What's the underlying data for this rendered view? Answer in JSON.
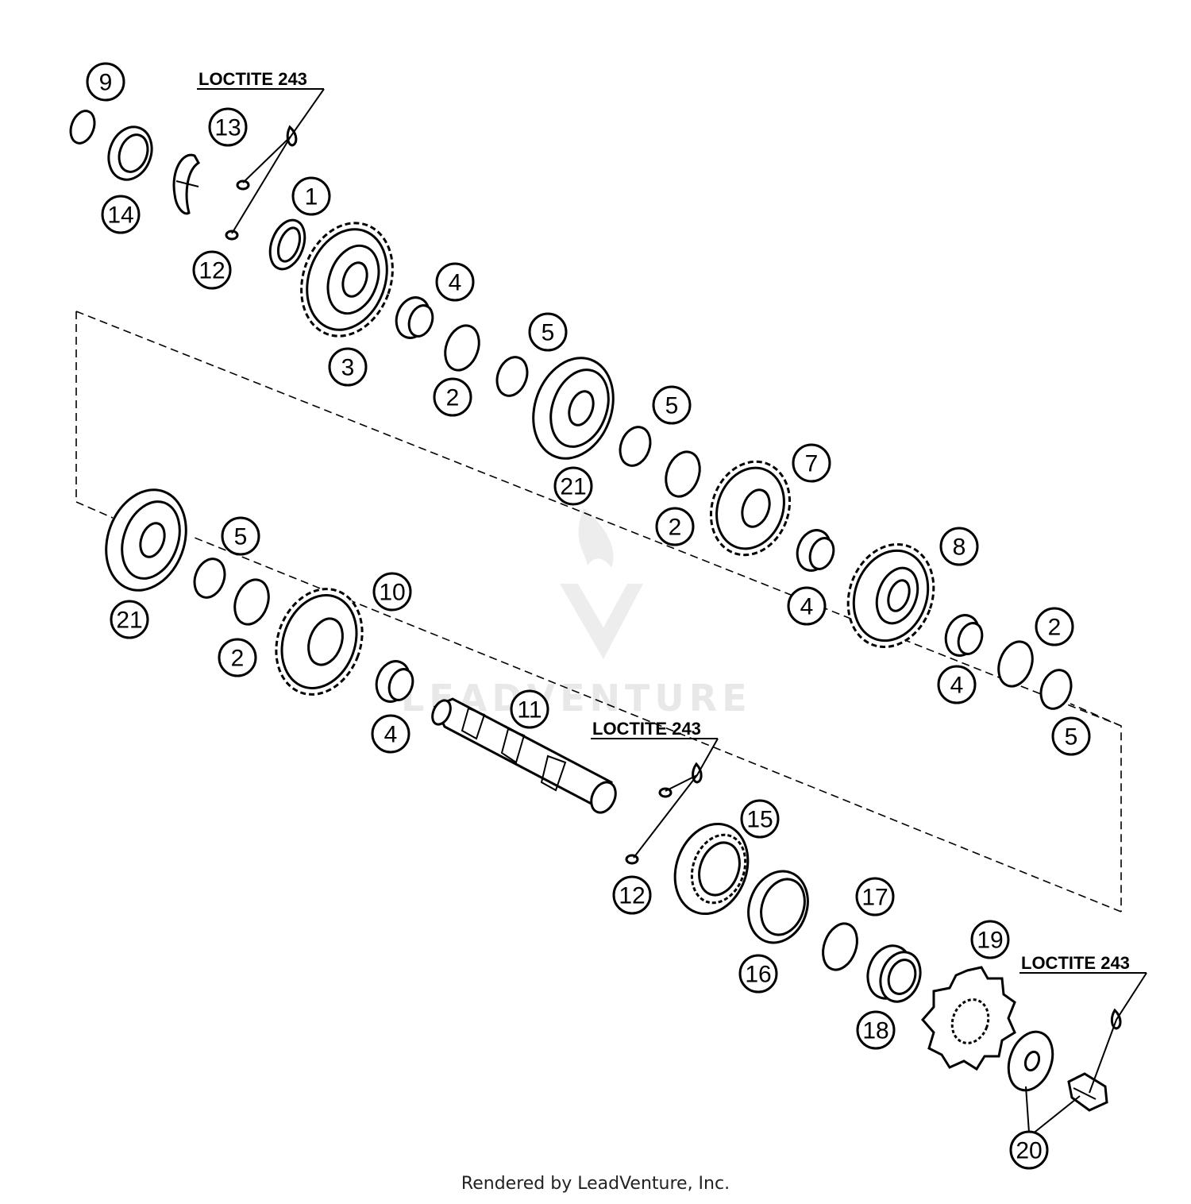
{
  "diagram": {
    "loctite_labels": [
      "LOCTITE 243",
      "LOCTITE 243",
      "LOCTITE 243"
    ],
    "callouts": [
      {
        "id": "c9",
        "label": "9"
      },
      {
        "id": "c13",
        "label": "13"
      },
      {
        "id": "c14",
        "label": "14"
      },
      {
        "id": "c1",
        "label": "1"
      },
      {
        "id": "c12a",
        "label": "12"
      },
      {
        "id": "c4a",
        "label": "4"
      },
      {
        "id": "c3",
        "label": "3"
      },
      {
        "id": "c5a",
        "label": "5"
      },
      {
        "id": "c2a",
        "label": "2"
      },
      {
        "id": "c5b",
        "label": "5"
      },
      {
        "id": "c21a",
        "label": "21"
      },
      {
        "id": "c7",
        "label": "7"
      },
      {
        "id": "c2b",
        "label": "2"
      },
      {
        "id": "c8",
        "label": "8"
      },
      {
        "id": "c5c",
        "label": "5"
      },
      {
        "id": "c21b",
        "label": "21"
      },
      {
        "id": "c10",
        "label": "10"
      },
      {
        "id": "c2c",
        "label": "2"
      },
      {
        "id": "c4b",
        "label": "4"
      },
      {
        "id": "c2d",
        "label": "2"
      },
      {
        "id": "c4c",
        "label": "4"
      },
      {
        "id": "c5d",
        "label": "5"
      },
      {
        "id": "c4d",
        "label": "4"
      },
      {
        "id": "c11",
        "label": "11"
      },
      {
        "id": "c15",
        "label": "15"
      },
      {
        "id": "c12b",
        "label": "12"
      },
      {
        "id": "c17",
        "label": "17"
      },
      {
        "id": "c16",
        "label": "16"
      },
      {
        "id": "c19",
        "label": "19"
      },
      {
        "id": "c18",
        "label": "18"
      },
      {
        "id": "c20",
        "label": "20"
      }
    ],
    "watermark": "LEADVENTURE"
  },
  "footer": {
    "text": "Rendered by LeadVenture, Inc."
  }
}
